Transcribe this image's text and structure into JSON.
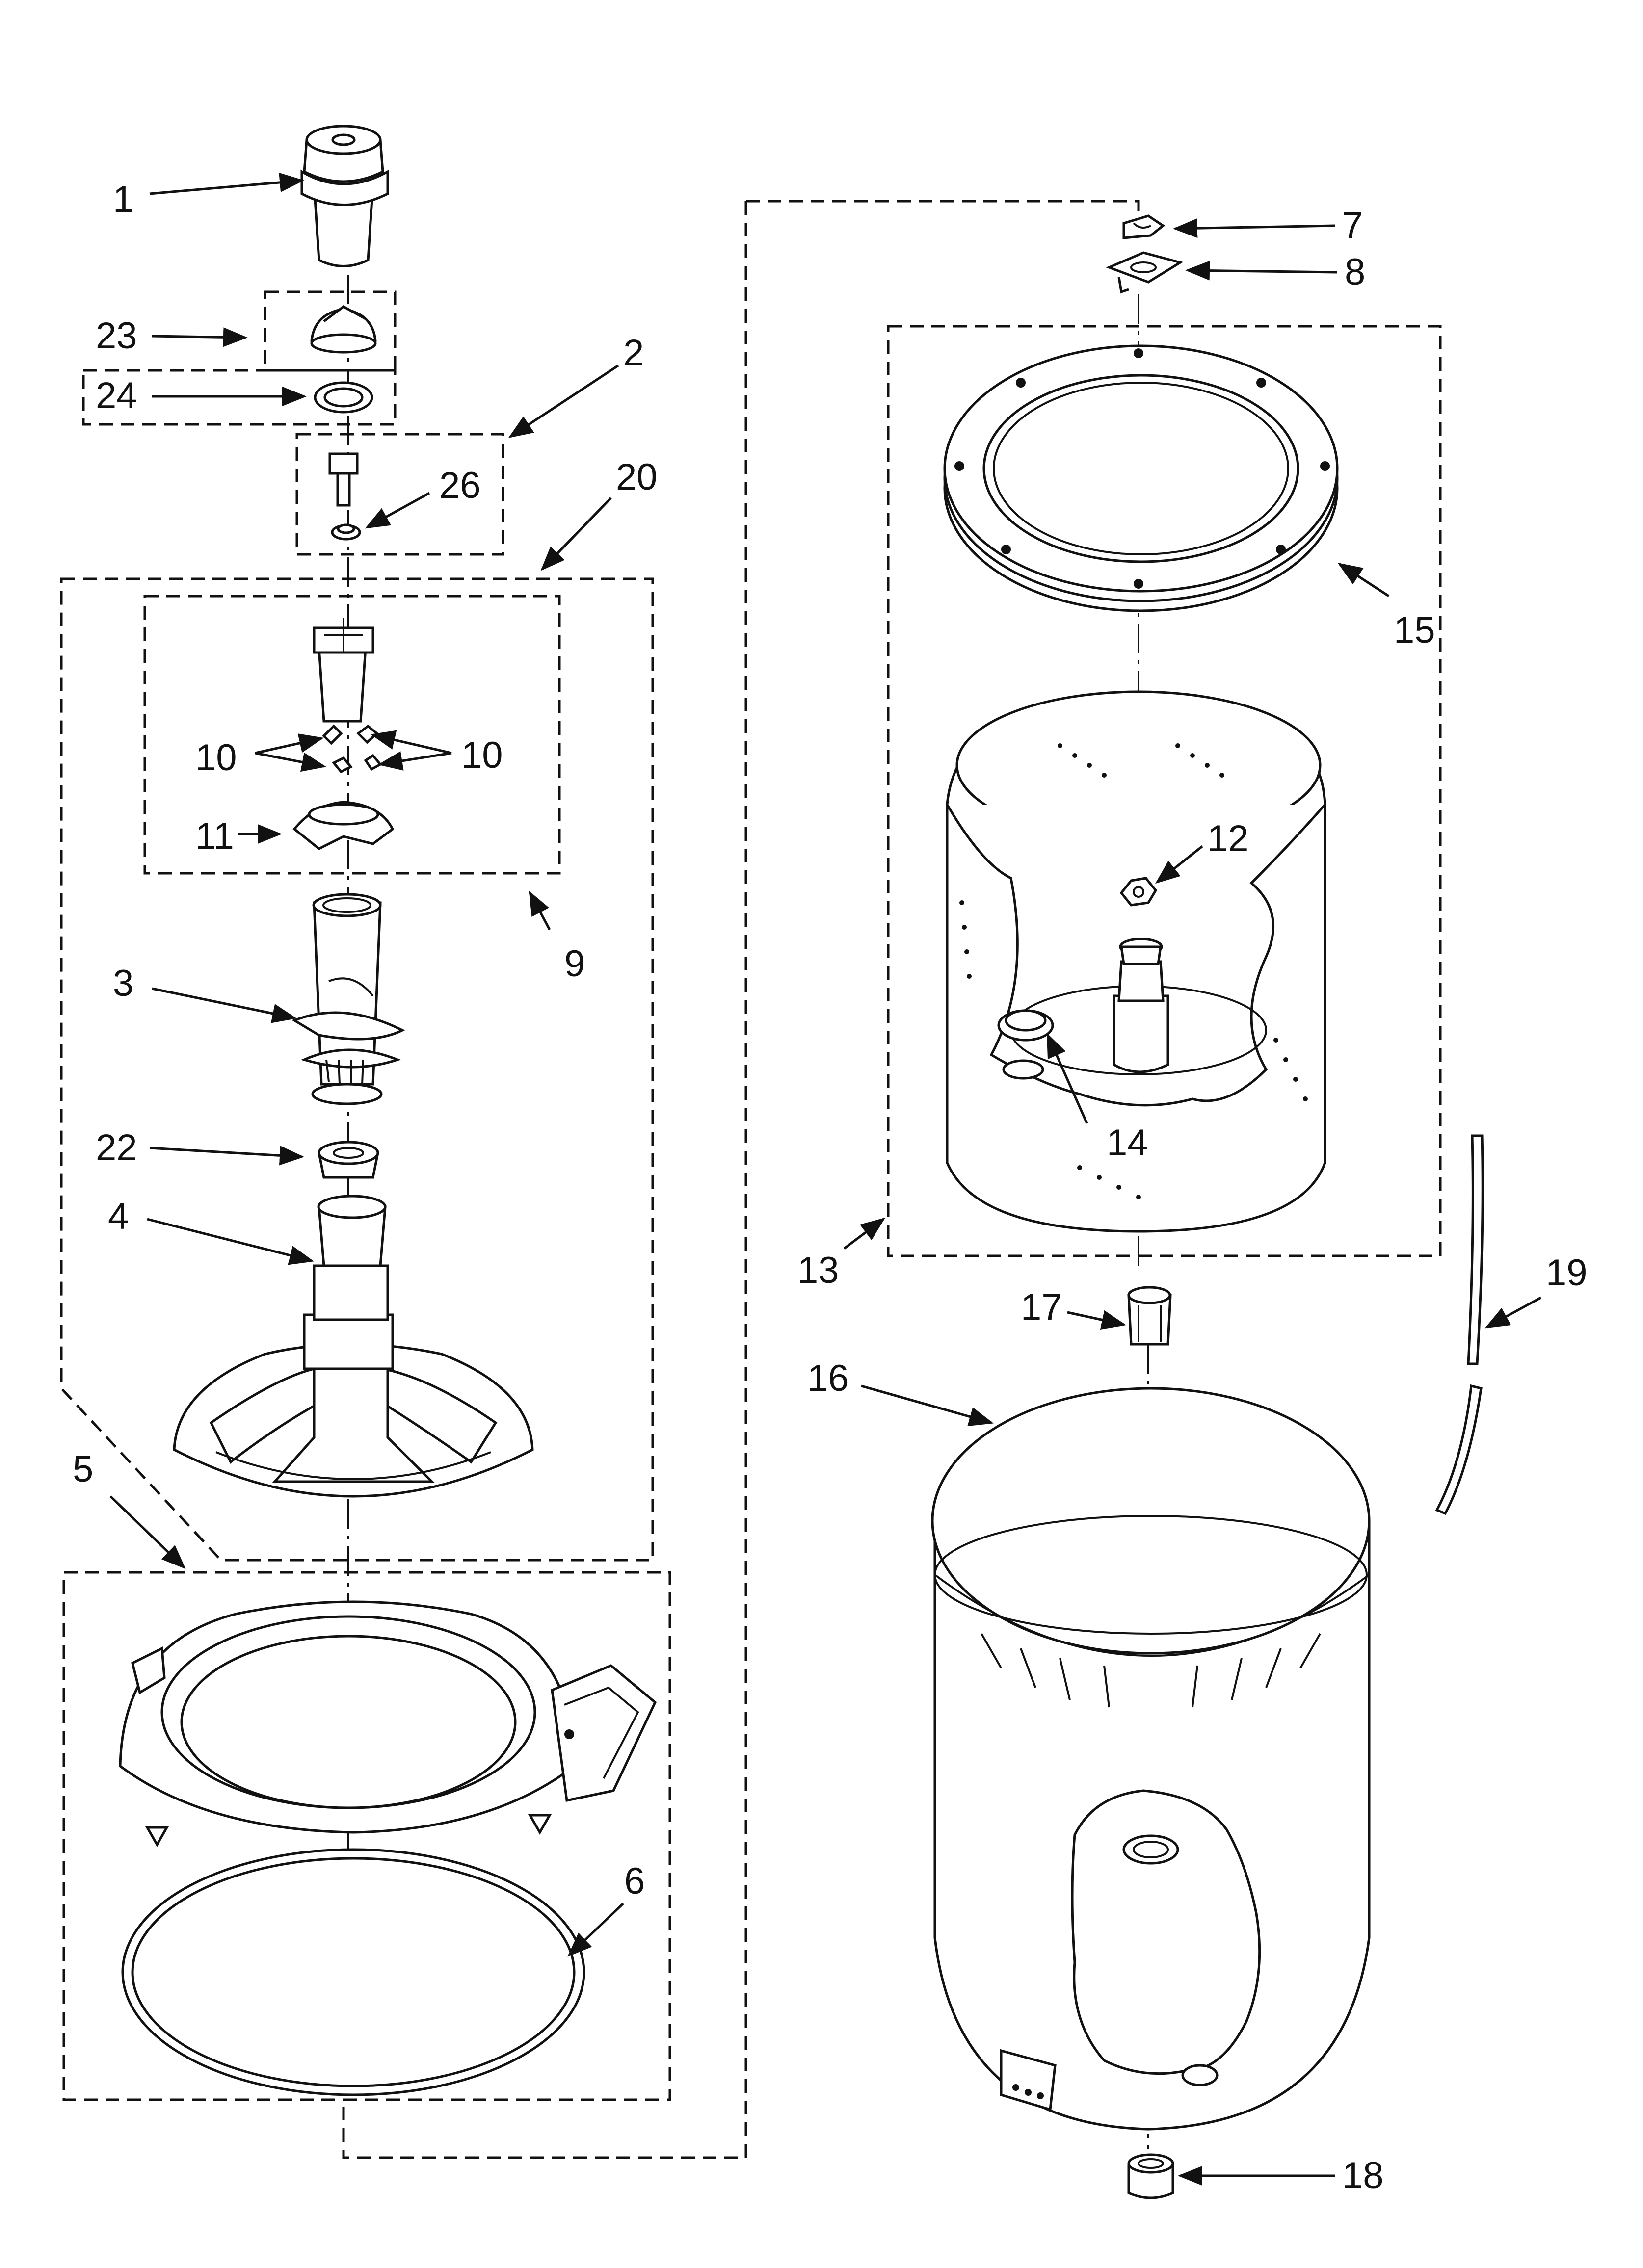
{
  "callouts": {
    "c1": "1",
    "c2": "2",
    "c3": "3",
    "c4": "4",
    "c5": "5",
    "c6": "6",
    "c7": "7",
    "c8": "8",
    "c9": "9",
    "c10a": "10",
    "c10b": "10",
    "c11": "11",
    "c12": "12",
    "c13": "13",
    "c14": "14",
    "c15": "15",
    "c16": "16",
    "c17": "17",
    "c18": "18",
    "c19": "19",
    "c20": "20",
    "c22": "22",
    "c23": "23",
    "c24": "24",
    "c26": "26"
  }
}
